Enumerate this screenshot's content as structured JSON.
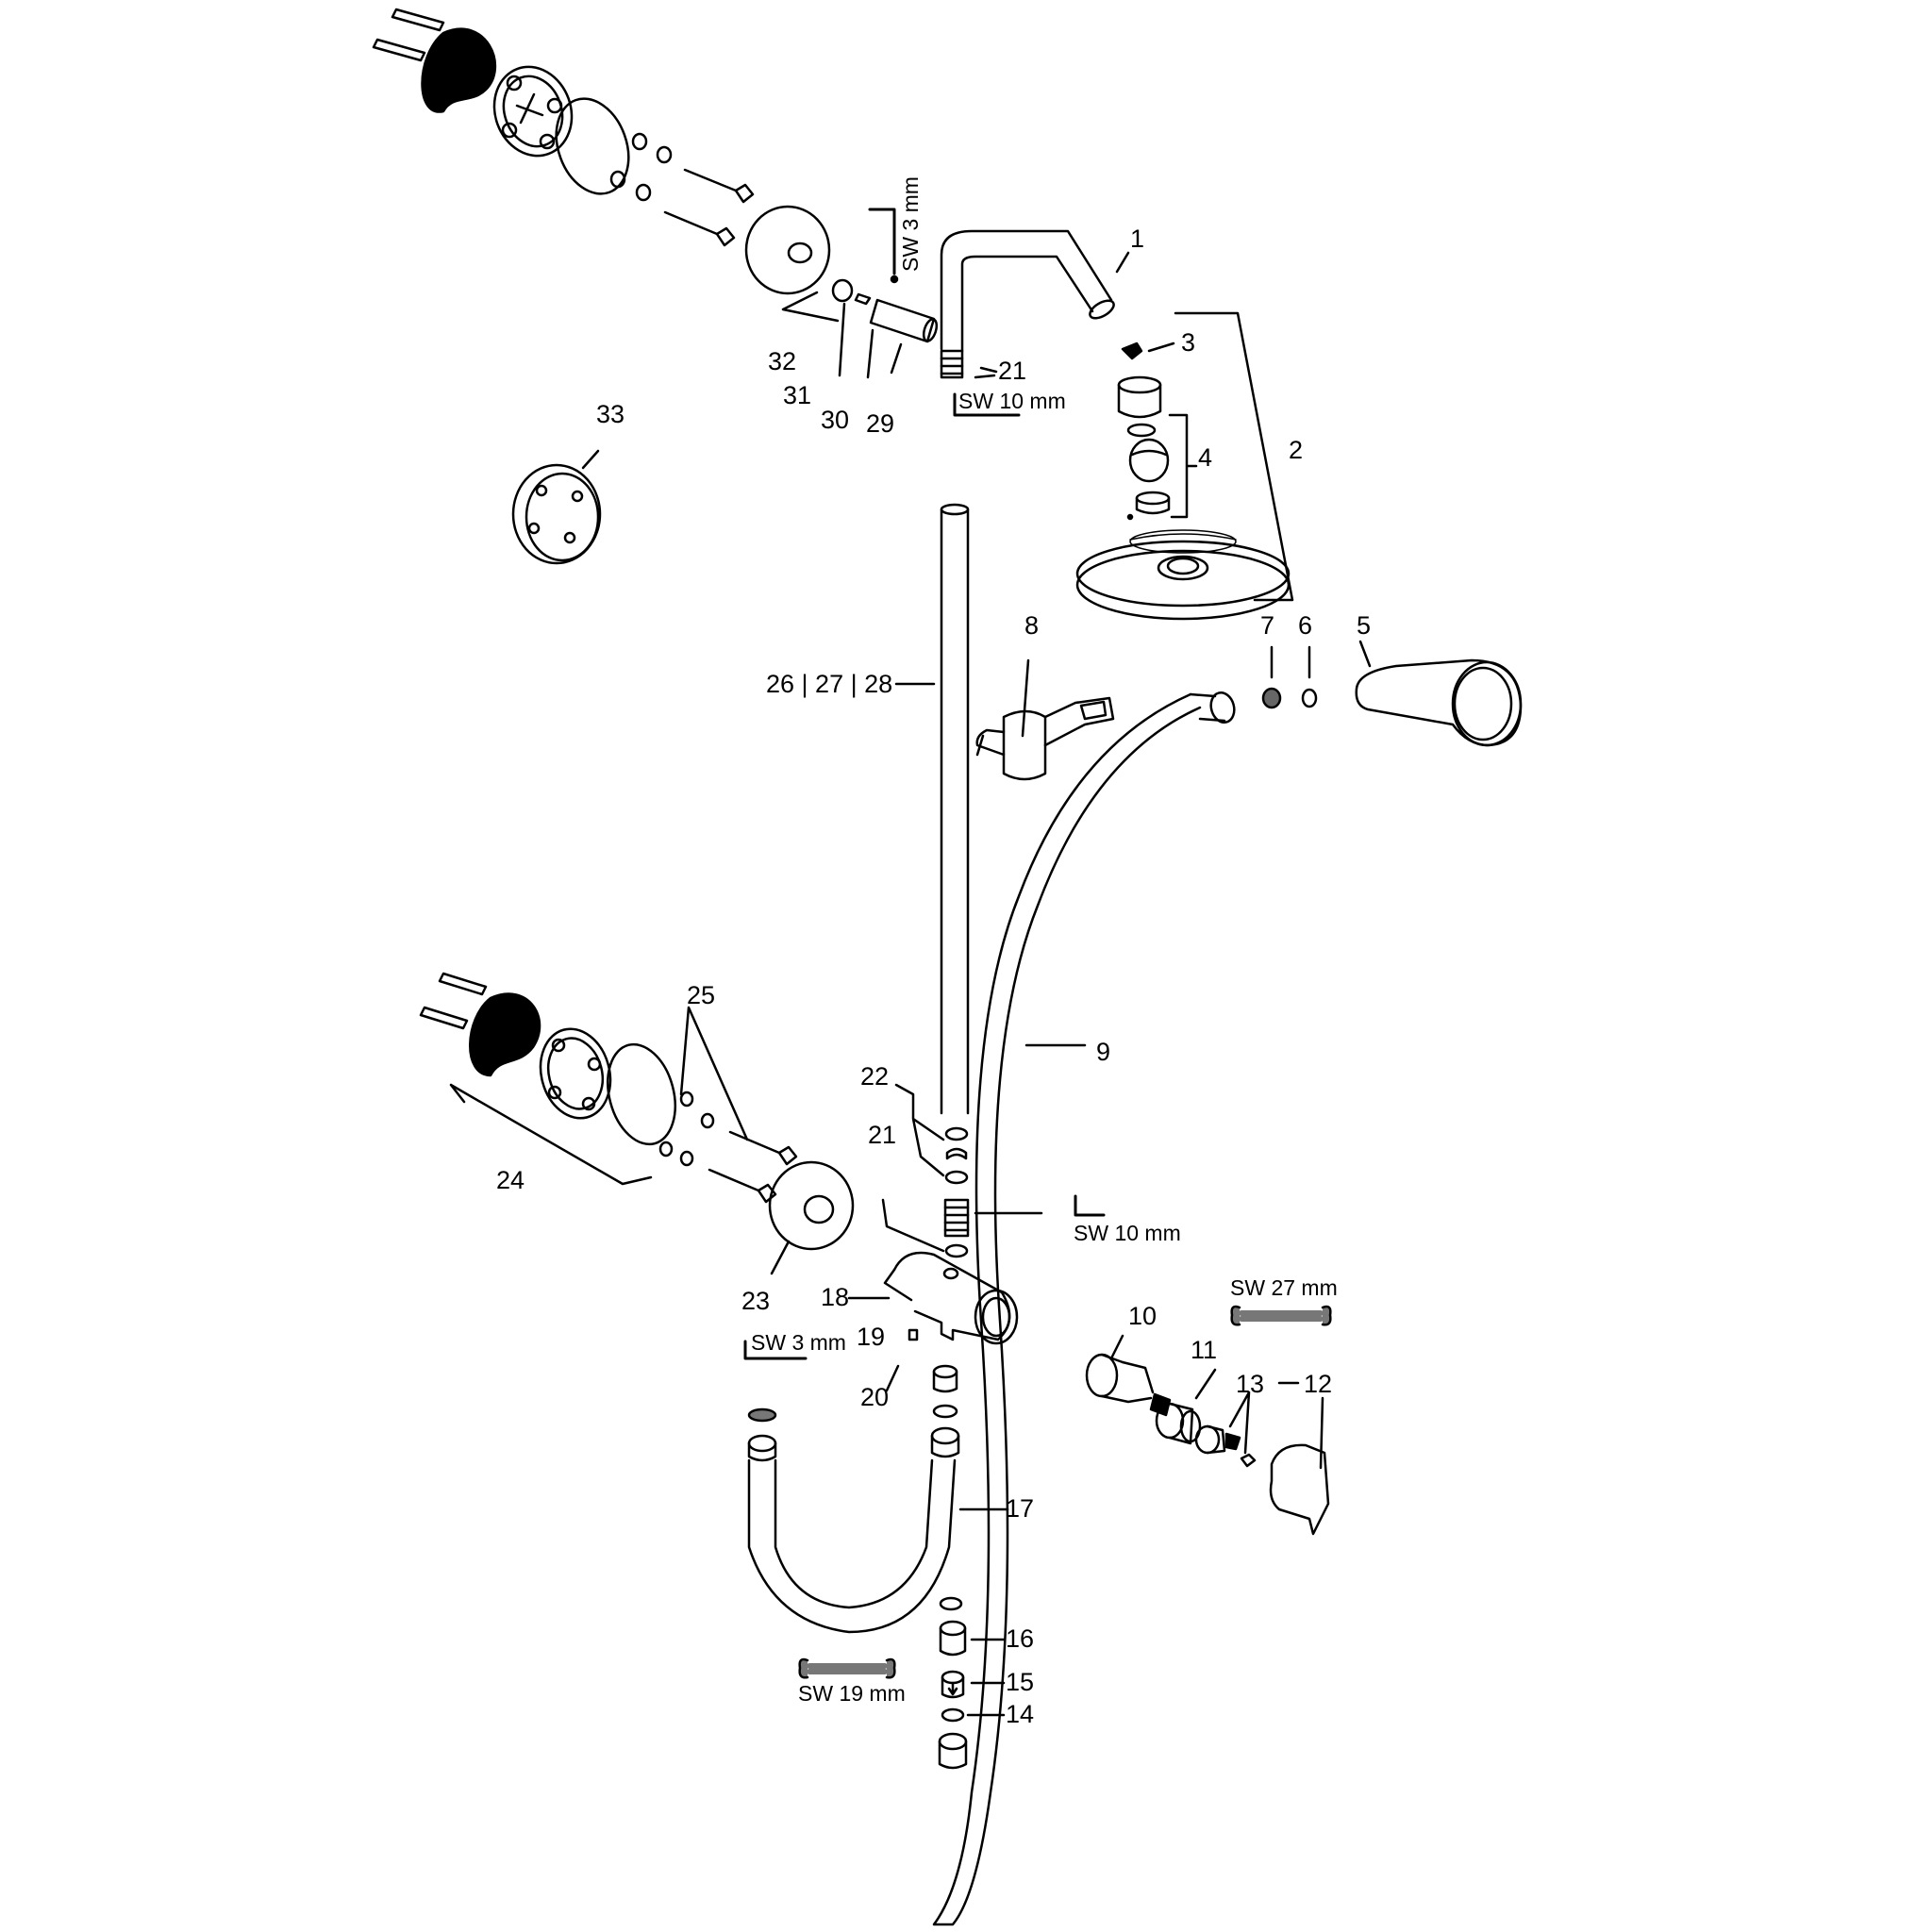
{
  "diagram": {
    "title": "Exploded view – shower system spare parts",
    "colors": {
      "line": "#000000",
      "fill": "#ffffff",
      "dark_fill": "#000000",
      "tool_fill": "#777777"
    },
    "parts": [
      {
        "id": "p1",
        "label": "1"
      },
      {
        "id": "p2",
        "label": "2"
      },
      {
        "id": "p3",
        "label": "3"
      },
      {
        "id": "p4",
        "label": "4"
      },
      {
        "id": "p5",
        "label": "5"
      },
      {
        "id": "p6",
        "label": "6"
      },
      {
        "id": "p7",
        "label": "7"
      },
      {
        "id": "p8",
        "label": "8"
      },
      {
        "id": "p9",
        "label": "9"
      },
      {
        "id": "p10",
        "label": "10"
      },
      {
        "id": "p11",
        "label": "11"
      },
      {
        "id": "p12",
        "label": "12"
      },
      {
        "id": "p13",
        "label": "13"
      },
      {
        "id": "p14",
        "label": "14"
      },
      {
        "id": "p15",
        "label": "15"
      },
      {
        "id": "p16",
        "label": "16"
      },
      {
        "id": "p17",
        "label": "17"
      },
      {
        "id": "p18",
        "label": "18"
      },
      {
        "id": "p19",
        "label": "19"
      },
      {
        "id": "p20",
        "label": "20"
      },
      {
        "id": "p21a",
        "label": "21"
      },
      {
        "id": "p21b",
        "label": "21"
      },
      {
        "id": "p22",
        "label": "22"
      },
      {
        "id": "p23",
        "label": "23"
      },
      {
        "id": "p24",
        "label": "24"
      },
      {
        "id": "p25",
        "label": "25"
      },
      {
        "id": "p26",
        "label": "26 | 27 | 28"
      },
      {
        "id": "p29",
        "label": "29"
      },
      {
        "id": "p30",
        "label": "30"
      },
      {
        "id": "p31",
        "label": "31"
      },
      {
        "id": "p32",
        "label": "32"
      },
      {
        "id": "p33",
        "label": "33"
      }
    ],
    "tools": [
      {
        "id": "t1",
        "label": "SW 3 mm"
      },
      {
        "id": "t2",
        "label": "SW 10 mm"
      },
      {
        "id": "t3",
        "label": "SW 10 mm"
      },
      {
        "id": "t4",
        "label": "SW 3 mm"
      },
      {
        "id": "t5",
        "label": "SW 27 mm"
      },
      {
        "id": "t6",
        "label": "SW 19 mm"
      }
    ]
  }
}
